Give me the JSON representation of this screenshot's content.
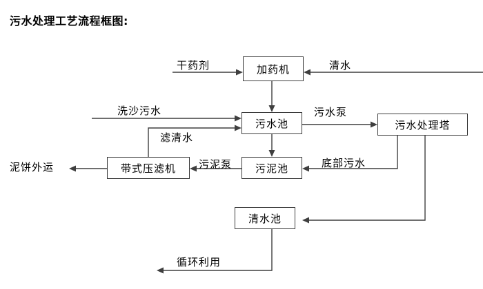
{
  "diagram": {
    "title": "污水处理工艺流程框图:",
    "nodes": [
      {
        "id": "dosing-machine",
        "label": "加药机"
      },
      {
        "id": "wastewater-pond",
        "label": "污水池"
      },
      {
        "id": "treatment-tower",
        "label": "污水处理塔"
      },
      {
        "id": "belt-filter-press",
        "label": "带式压滤机"
      },
      {
        "id": "sludge-pond",
        "label": "污泥池"
      },
      {
        "id": "clearwater-pond",
        "label": "清水池"
      }
    ],
    "edge_labels": [
      {
        "id": "dry-chemical",
        "label": "干药剂"
      },
      {
        "id": "clean-water-input",
        "label": "清水"
      },
      {
        "id": "sand-wash-sewage",
        "label": "洗沙污水"
      },
      {
        "id": "filtered-water",
        "label": "滤清水"
      },
      {
        "id": "sewage-pump",
        "label": "污水泵"
      },
      {
        "id": "mud-cake-transport",
        "label": "泥饼外运"
      },
      {
        "id": "sludge-pump",
        "label": "污泥泵"
      },
      {
        "id": "bottom-sewage",
        "label": "底部污水"
      },
      {
        "id": "recycling-reuse",
        "label": "循环利用"
      }
    ],
    "colors": {
      "background": "#ffffff",
      "line": "#3f3f3f",
      "box_border": "#3a3a3a",
      "text": "#000000"
    }
  }
}
